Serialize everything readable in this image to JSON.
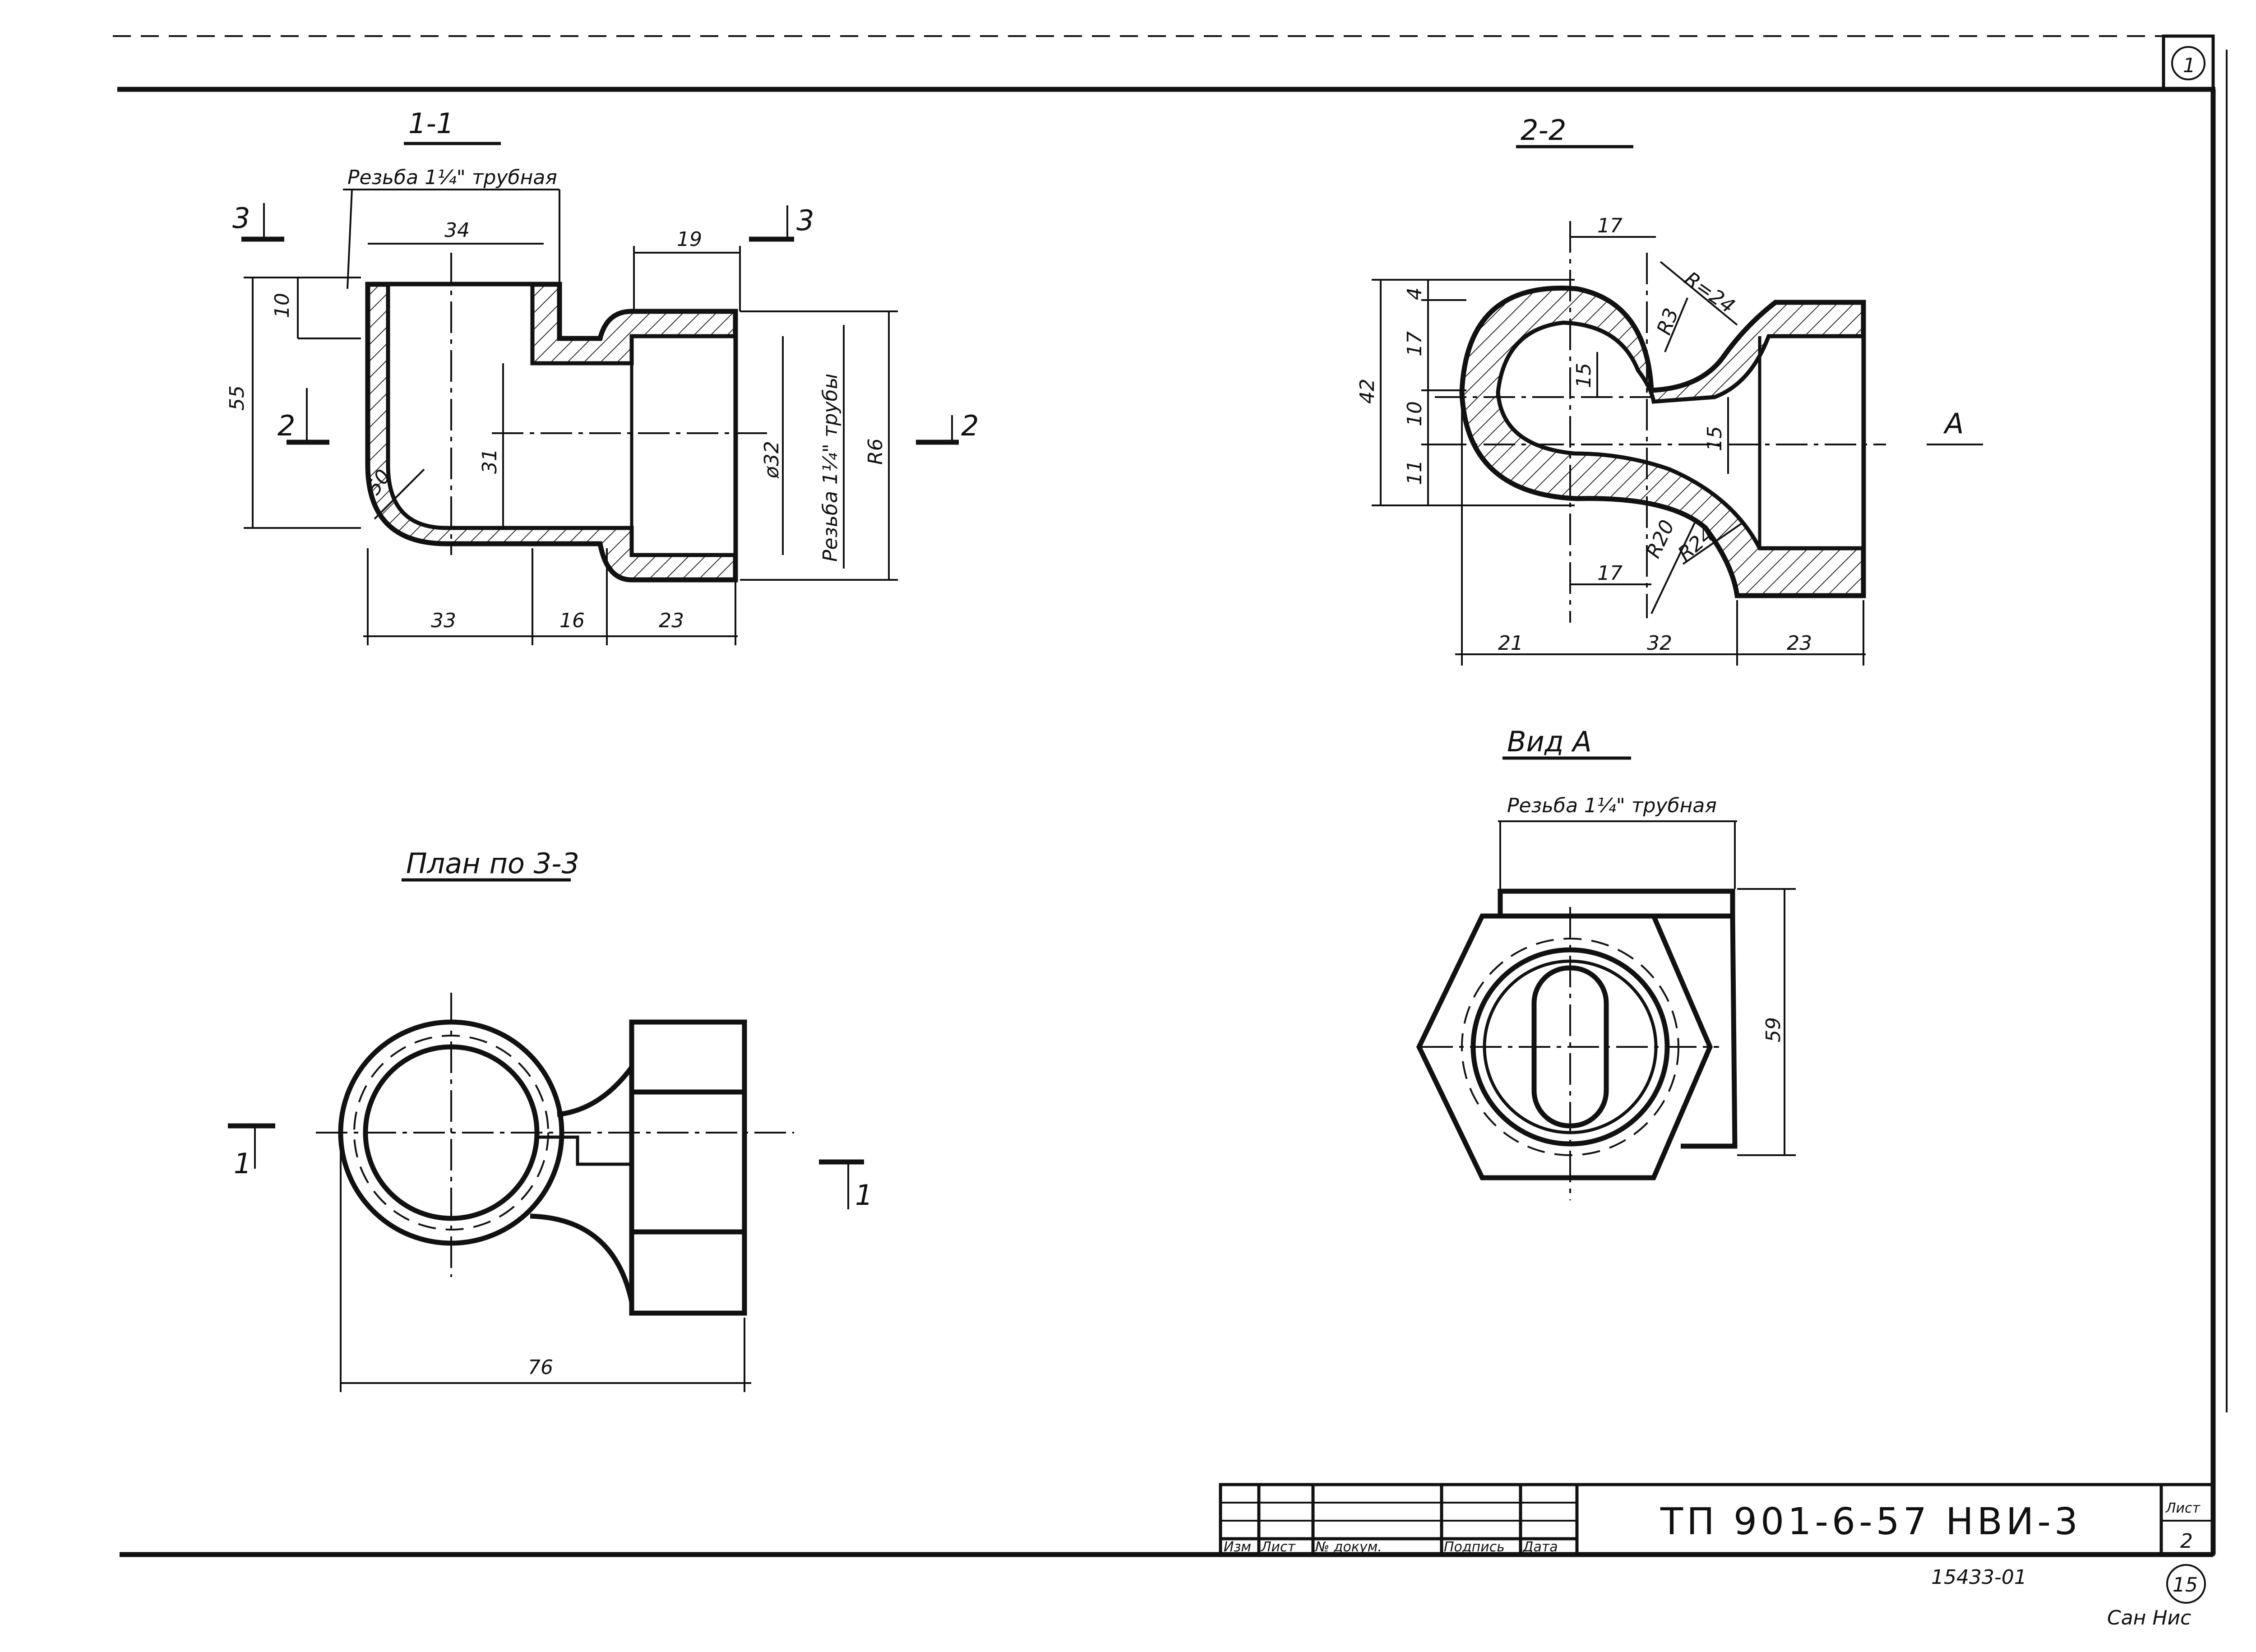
{
  "sheet": {
    "corner_number": "1",
    "stamp_number": "15",
    "inventory_number": "15433-01",
    "signature": "Сан Нис"
  },
  "views": {
    "section_1_1": {
      "title": "1-1",
      "thread_note": "Резьба 1¼\" трубная",
      "thread_note_right": "Резьба 1¼\" трубы",
      "cut_marker_3": "3",
      "cut_marker_2": "2",
      "dims": [
        "34",
        "19",
        "10",
        "55",
        "31",
        "ø32",
        "50",
        "R6",
        "33",
        "16",
        "23"
      ]
    },
    "section_2_2": {
      "title": "2-2",
      "view_marker": "A",
      "dims": [
        "17",
        "R=24",
        "R3",
        "4",
        "17",
        "42",
        "10",
        "11",
        "15",
        "15",
        "R20",
        "R24",
        "17",
        "21",
        "32",
        "23"
      ]
    },
    "plan_3_3": {
      "title": "План по 3-3",
      "cut_marker_1": "1",
      "dims": [
        "76"
      ]
    },
    "view_a": {
      "title": "Вид А",
      "thread_note": "Резьба 1¼\" трубная",
      "dims": [
        "59"
      ]
    }
  },
  "title_block": {
    "columns": [
      "Изм",
      "Лист",
      "№ докум.",
      "Подпись",
      "Дата"
    ],
    "document_code": "ТП 901-6-57 НВИ-3",
    "sheet_label": "Лист",
    "sheet_number": "2"
  }
}
